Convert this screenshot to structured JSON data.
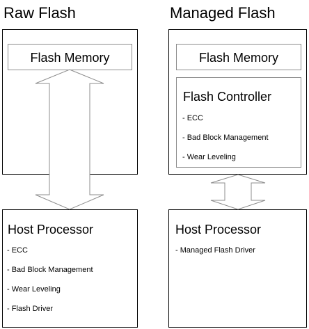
{
  "raw": {
    "heading": "Raw Flash",
    "memory_label": "Flash Memory",
    "host": {
      "title": "Host Processor",
      "items": [
        "- ECC",
        "- Bad Block Management",
        "- Wear Leveling",
        "- Flash Driver"
      ]
    }
  },
  "managed": {
    "heading": "Managed Flash",
    "memory_label": "Flash Memory",
    "controller": {
      "title": "Flash Controller",
      "items": [
        "- ECC",
        "- Bad Block Management",
        "- Wear Leveling"
      ]
    },
    "host": {
      "title": "Host Processor",
      "items": [
        "- Managed Flash Driver"
      ]
    }
  }
}
